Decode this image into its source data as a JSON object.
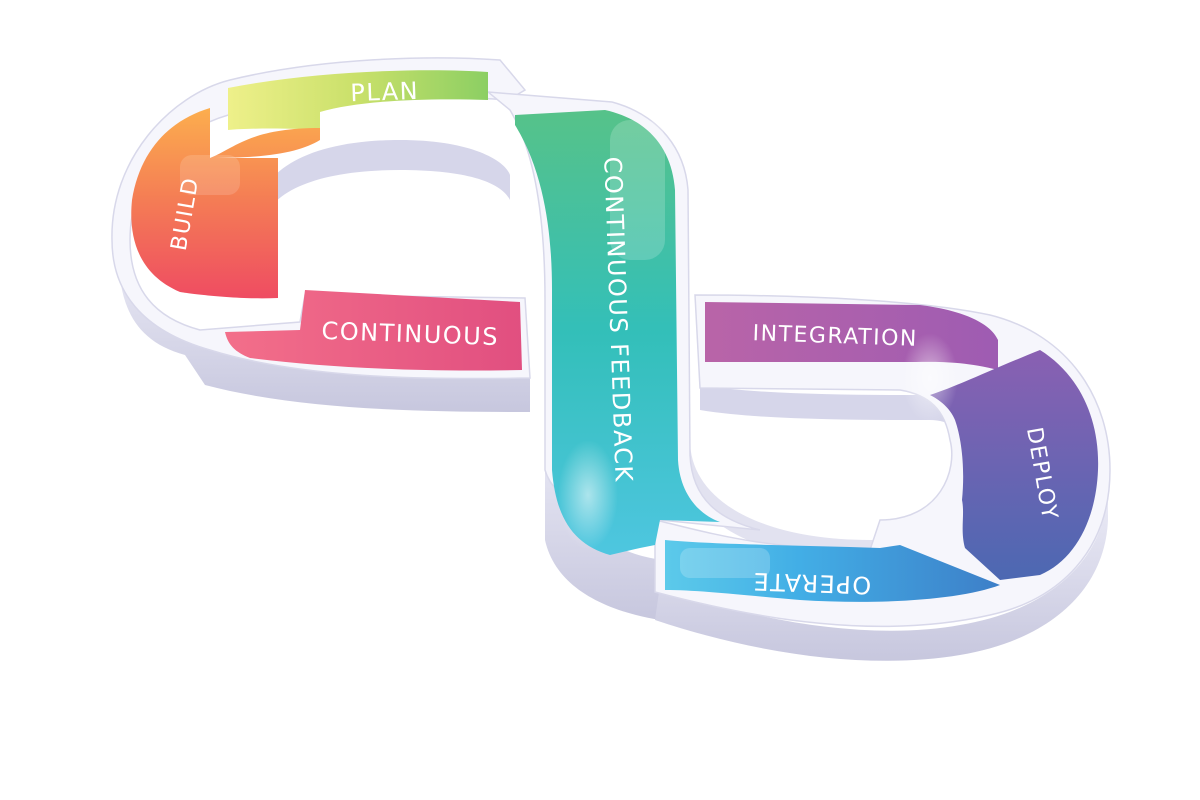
{
  "diagram": {
    "segments": [
      {
        "id": "plan",
        "label": "PLAN",
        "color": "#c3dc60"
      },
      {
        "id": "build",
        "label": "BUILD",
        "color": "#f07a56"
      },
      {
        "id": "continuous",
        "label": "CONTINUOUS",
        "color": "#e95b85"
      },
      {
        "id": "feedback",
        "label": "CONTINUOUS FEEDBACK",
        "color": "#3ec2b2"
      },
      {
        "id": "integration",
        "label": "INTEGRATION",
        "color": "#b063ae"
      },
      {
        "id": "deploy",
        "label": "DEPLOY",
        "color": "#6a62b4"
      },
      {
        "id": "operate",
        "label": "OPERATE",
        "color": "#45a9e2"
      }
    ],
    "side_color": "#dcdcee",
    "side_shadow_color": "#c4c4dc",
    "rim_color": "#f4f4fb"
  }
}
